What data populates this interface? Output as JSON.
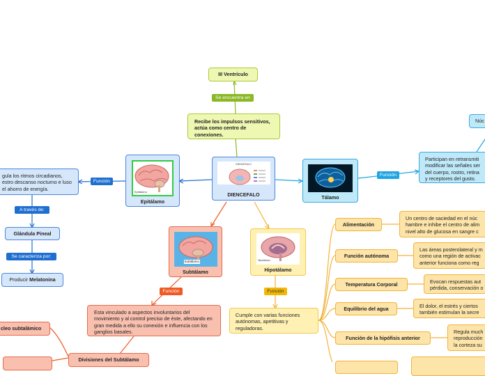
{
  "center": {
    "title": "DIENCEFALO",
    "image_caption": "DIENCEFALO"
  },
  "top": {
    "ventriculo": "III Ventrículo",
    "se_encuentra_en": "Se encuentra en",
    "recibe": "Recibe los impulsos sensitivos, actúa como centro de conexiones."
  },
  "epitalamo": {
    "title": "Epitálamo",
    "image_label": "Epitálamo",
    "funcion_label": "Función",
    "funcion_text": "gula los ritmos circadianos, estro descanso nocturno e luso el ahorro de energía.",
    "a_traves_de": "A través de:",
    "glandula": "Glándula Pineal",
    "se_caracteriza": "Se caracteriza por:",
    "producir_pre": "Producir ",
    "producir_bold": "Melatonina"
  },
  "talamo": {
    "title": "Tálamo",
    "funcion_label": "Función",
    "funcion_text": "Participan en retransmiti modificar las señales ser del cuerpo, rostro, retina y receptores del gusto.",
    "nuc": "Núc"
  },
  "subtalamo": {
    "title": "Subtálamo",
    "image_label": "Subtálamo",
    "funcion_label": "Función",
    "funcion_text": "Esta vinculado a aspectos involuntarios del movimiento y al control preciso de éste, afectando en gran medida a ello su conexión e influencia con los ganglios basales.",
    "divisiones": "Divisiones del Subtálamo",
    "nucleo": "cleo subtalámico"
  },
  "hipotalamo": {
    "title": "Hipotálamo",
    "image_label": "Hipotálamo",
    "funcion_label": "Función",
    "funcion_text": "Cumple con varias funciones autónomas, apetitivas y reguladoras.",
    "items": [
      {
        "label": "Alimentación",
        "desc": "Un centro de saciedad en el núc hambre e inhibe el centro de alim nivel alto de glucosa en sangre c"
      },
      {
        "label": "Función autónoma",
        "desc": "Las áreas posterolateral y m como una región de activac anterior funciona como reg"
      },
      {
        "label": "Temperatura Corporal",
        "desc": "Evocan respuestas aut pérdida, conservación o"
      },
      {
        "label": "Equilibrio del agua",
        "desc": "El dolor, el estrés y ciertos también estimulan la secre"
      },
      {
        "label": "Función de la hipófisis anterior",
        "desc": "Regula much reproducción la corteza su"
      }
    ]
  },
  "colors": {
    "orange": "#f2b23a",
    "blue": "#1f6fd0",
    "red": "#ef5a24",
    "green": "#8bb825",
    "cyan": "#1fa5e0"
  }
}
